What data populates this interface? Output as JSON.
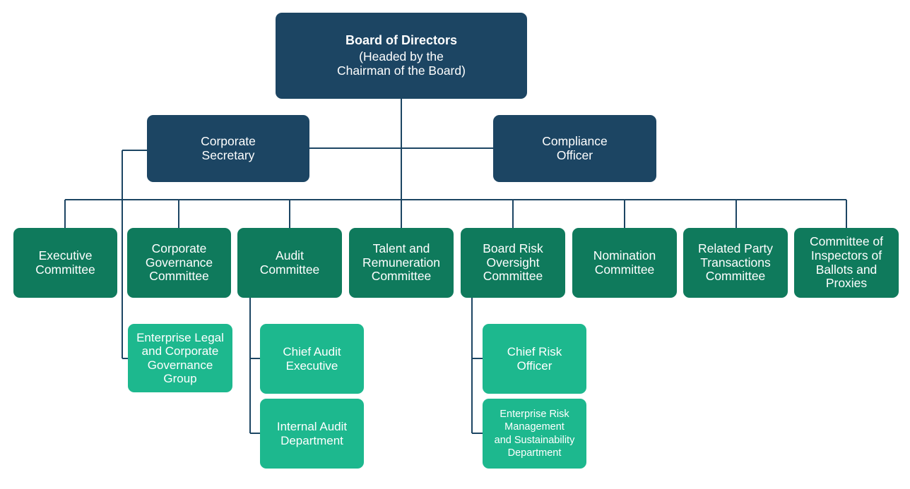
{
  "board": {
    "title": "Board of Directors",
    "subtitle": [
      "(Headed by the",
      "Chairman of the Board)"
    ]
  },
  "secretary": [
    "Corporate",
    "Secretary"
  ],
  "compliance": [
    "Compliance",
    "Officer"
  ],
  "committees": {
    "executive": [
      "Executive",
      "Committee"
    ],
    "governance": [
      "Corporate",
      "Governance",
      "Committee"
    ],
    "audit": [
      "Audit",
      "Committee"
    ],
    "talent": [
      "Talent and",
      "Remuneration",
      "Committee"
    ],
    "risk": [
      "Board Risk",
      "Oversight",
      "Committee"
    ],
    "nomination": [
      "Nomination",
      "Committee"
    ],
    "related": [
      "Related Party",
      "Transactions",
      "Committee"
    ],
    "inspectors": [
      "Committee of",
      "Inspectors of",
      "Ballots and",
      "Proxies"
    ]
  },
  "units": {
    "legal": [
      "Enterprise Legal",
      "and Corporate",
      "Governance",
      "Group"
    ],
    "chief_audit": [
      "Chief Audit",
      "Executive"
    ],
    "internal_audit": [
      "Internal Audit",
      "Department"
    ],
    "chief_risk": [
      "Chief Risk",
      "Officer"
    ],
    "erm": [
      "Enterprise Risk",
      "Management",
      "and Sustainability",
      "Department"
    ]
  },
  "colors": {
    "board_level": "#1c4563",
    "committee": "#0f7a5c",
    "unit": "#1db88e",
    "connector": "#1c4563"
  }
}
